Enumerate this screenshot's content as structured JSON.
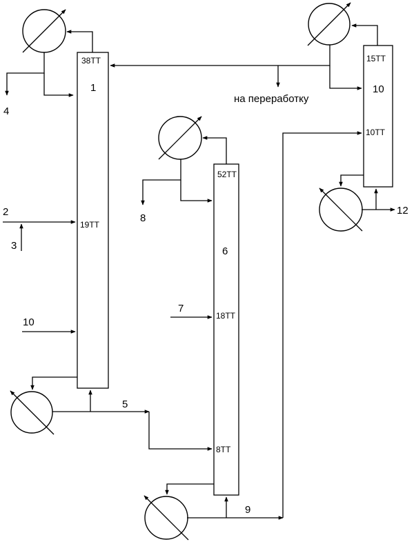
{
  "columns": {
    "col1": {
      "number": "1",
      "top_tray": "38ТТ",
      "feed_tray": "19ТТ"
    },
    "col6": {
      "number": "6",
      "top_tray": "52ТТ",
      "feed_tray": "18ТТ",
      "bottom_feed_tray": "8ТТ"
    },
    "col10": {
      "number": "10",
      "top_tray": "15ТТ",
      "feed_tray": "10ТТ"
    }
  },
  "streams": {
    "s2": "2",
    "s3": "3",
    "s4": "4",
    "s5": "5",
    "s7": "7",
    "s8": "8",
    "s9": "9",
    "s10": "10",
    "s12": "12",
    "to_processing": "на переработку"
  },
  "icons": {
    "heat_exchanger": "circle-with-diagonal-arrow",
    "arrowhead": "filled-triangle"
  }
}
